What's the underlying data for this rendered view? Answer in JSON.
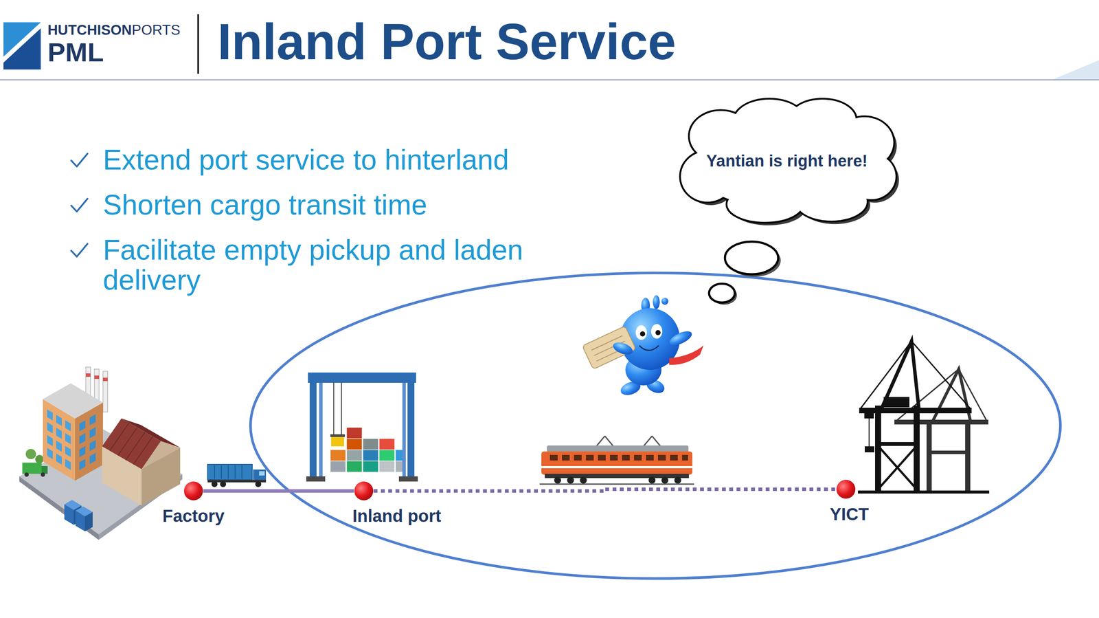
{
  "diagram": {
    "title": "Inland Port Service",
    "nodes": [
      {
        "text": [
          "Yantian is right here!"
        ]
      },
      {
        "text": [
          "Factory"
        ]
      },
      {
        "text": [
          "Inland port"
        ]
      },
      {
        "text": [
          "YICT"
        ]
      }
    ],
    "edges": [
      {
        "from": 1,
        "to": 2,
        "arrow": "none"
      },
      {
        "from": 2,
        "to": 3,
        "arrow": "none"
      }
    ],
    "labels": [
      "HUTCHISON",
      "PORTS",
      "PML",
      "Extend port service to hinterland",
      "Shorten cargo transit time",
      "Facilitate empty pickup and laden delivery"
    ]
  }
}
